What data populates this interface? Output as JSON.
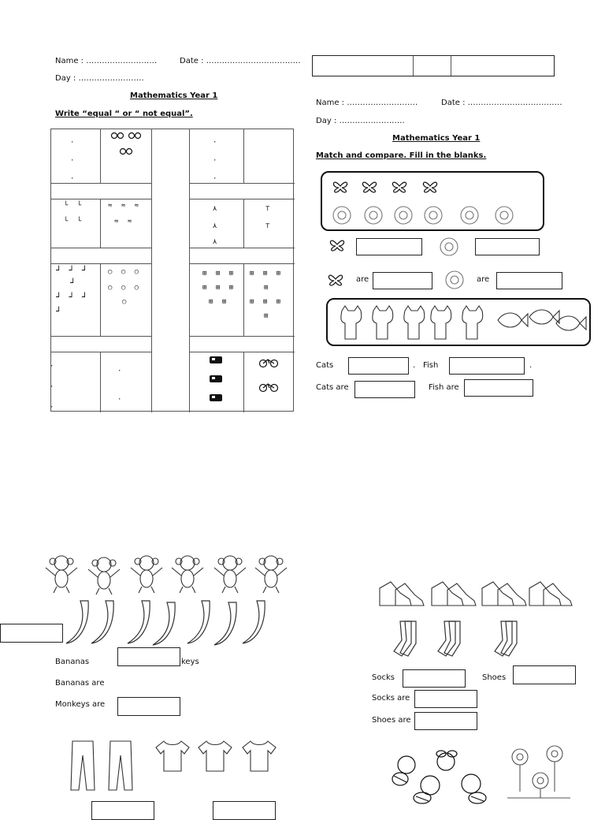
{
  "worksheet_left": {
    "name_label": "Name : ………………………",
    "date_label": "Date : ………………………………",
    "day_label": "Day : …………………….",
    "title": "Mathematics Year 1",
    "instruction": "Write  “equal “ or “ not equal”."
  },
  "worksheet_right": {
    "name_label": "Name : ………………………",
    "date_label": "Date : ………………………………",
    "day_label": "Day : …………………….",
    "title": "Mathematics Year 1",
    "instruction": "Match and compare.   Fill in the blanks."
  },
  "right_section": {
    "are_1": "are",
    "are_2": "are",
    "cats_label": "Cats",
    "fish_label": "Fish",
    "cats_are_label": "Cats are",
    "fish_are_label": "Fish are",
    "dot_1": ".",
    "dot_2": "."
  },
  "bottom_left": {
    "bananas_label": "Bananas",
    "keys_fragment": "keys",
    "bananas_are_label": "Bananas are",
    "monkeys_are_label": "Monkeys are"
  },
  "bottom_right": {
    "socks_label": "Socks",
    "shoes_label": "Shoes",
    "socks_are_label": "Socks are",
    "shoes_are_label": "Shoes are"
  },
  "icons": [
    "butterfly-icon",
    "flower-icon",
    "cat-icon",
    "fish-icon",
    "monkey-icon",
    "banana-icon",
    "shoe-icon",
    "sock-icon",
    "pants-icon",
    "tshirt-icon",
    "bee-icon",
    "car-icon",
    "bicycle-icon"
  ]
}
